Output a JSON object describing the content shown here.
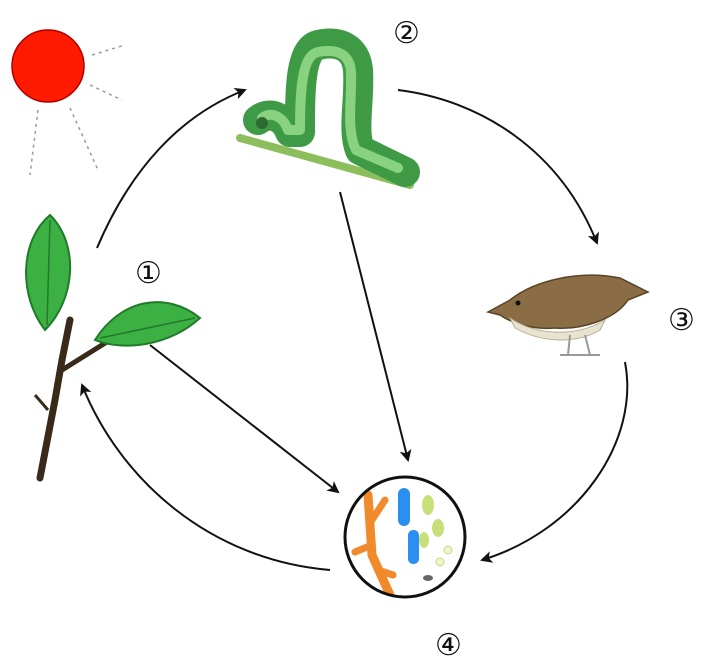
{
  "labels": {
    "producer": "①",
    "primary_consumer": "②",
    "secondary_consumer": "③",
    "decomposer": "④"
  },
  "colors": {
    "sun": "#ff1a00",
    "leaf": "#3cb043",
    "leaf_dark": "#1f7a2a",
    "caterpillar": "#4fbf5a",
    "caterpillar_light": "#9be08e",
    "bird": "#8a6d45",
    "bird_belly": "#e8e2d0",
    "bacteria_orange": "#f08a2a",
    "bacteria_blue": "#2a8ff0",
    "bacteria_green": "#c8e07a",
    "arrow": "#111111"
  },
  "icons": {
    "sun": "sun-icon",
    "plant": "plant-icon",
    "caterpillar": "caterpillar-icon",
    "bird": "bird-icon",
    "microbes": "microbe-icon"
  }
}
